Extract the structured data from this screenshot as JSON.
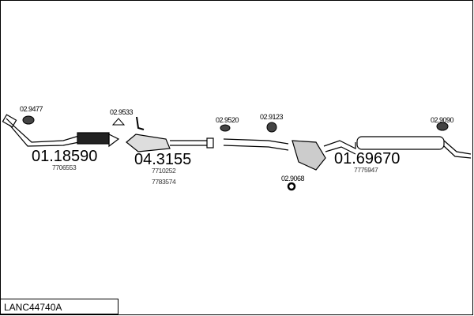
{
  "diagram_code": "LANC44740A",
  "parts": [
    {
      "number": "01.18590",
      "refs": [
        "7706553"
      ]
    },
    {
      "number": "04.3155",
      "refs": [
        "7710252",
        "7783574"
      ]
    },
    {
      "number": "01.69670",
      "refs": [
        "7775947"
      ]
    }
  ],
  "accessories": [
    "02.9477",
    "02.9533",
    "02.9520",
    "02.9123",
    "02.9068",
    "02.9090"
  ]
}
